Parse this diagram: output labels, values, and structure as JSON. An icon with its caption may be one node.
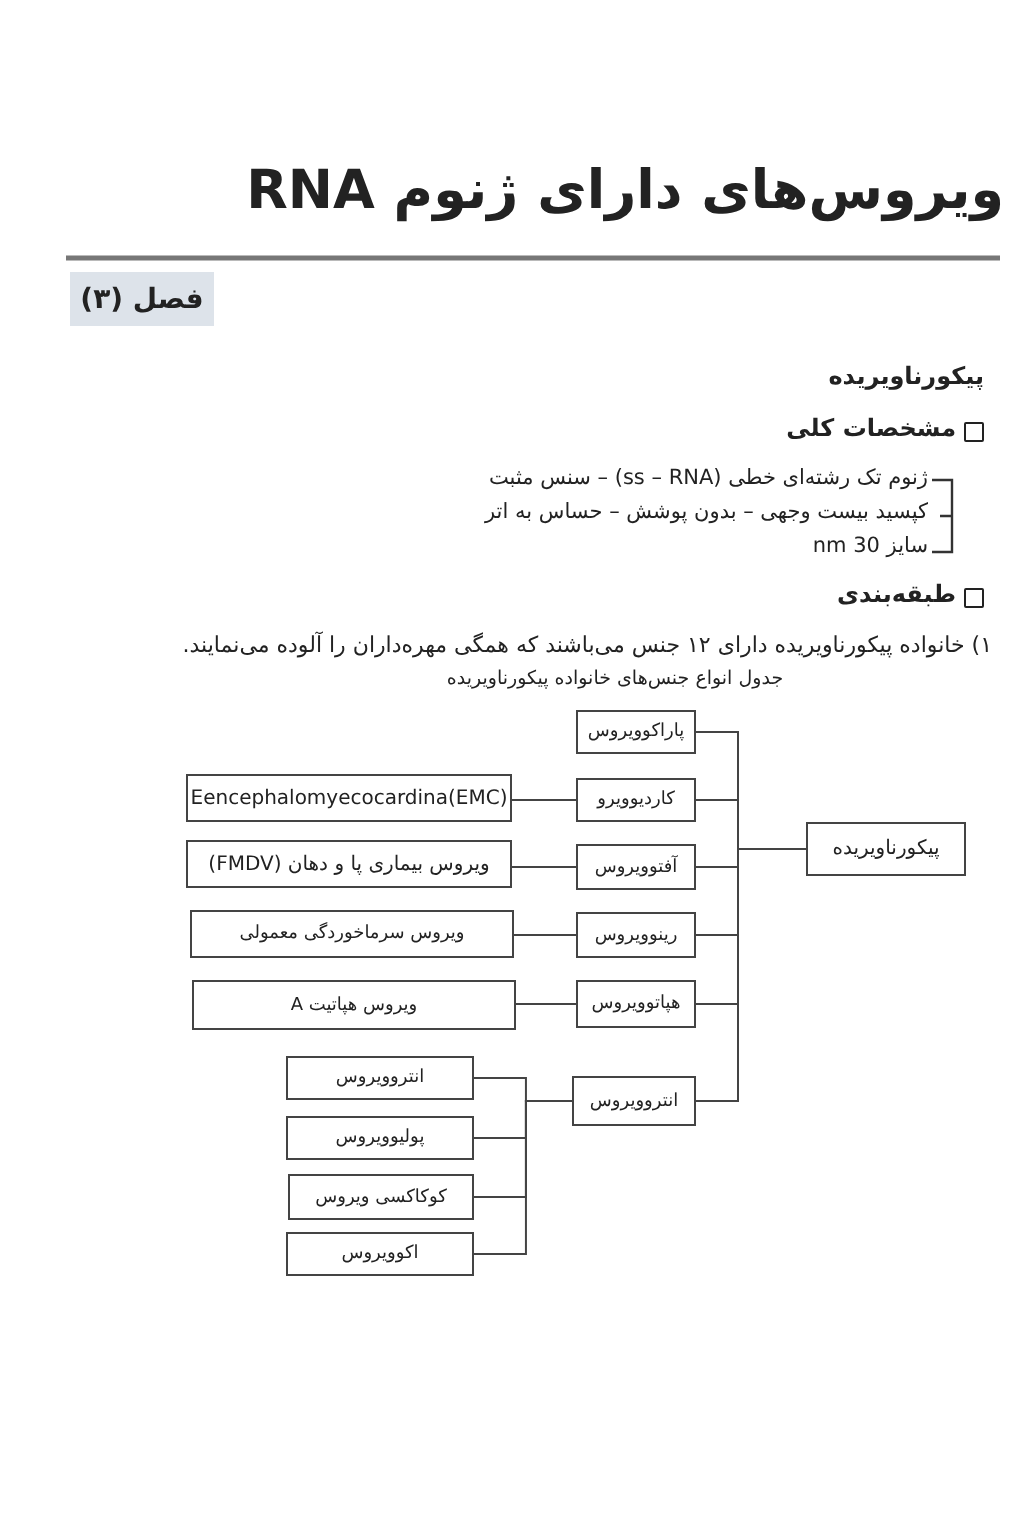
{
  "diagram": {
    "title": "ویروس‌های دارای ژنوم RNA",
    "caption": "جدول انواع جنس‌های خانواده پیکورناویریده",
    "nodes": [
      {
        "text": [
          "پیکورناویریده"
        ]
      },
      {
        "text": [
          "پاراکوویروس"
        ]
      },
      {
        "text": [
          "کاردیوویرو"
        ]
      },
      {
        "text": [
          "آفتوویروس"
        ]
      },
      {
        "text": [
          "رینوویروس"
        ]
      },
      {
        "text": [
          "هپاتوویروس"
        ]
      },
      {
        "text": [
          "انتروویروس"
        ]
      },
      {
        "text": [
          "Eencephalomyecocardina(EMC)"
        ]
      },
      {
        "text": [
          "ویروس بیماری پا و دهان (FMDV)"
        ]
      },
      {
        "text": [
          "ویروس سرماخوردگی معمولی"
        ]
      },
      {
        "text": [
          "ویروس هپاتیت A"
        ]
      },
      {
        "text": [
          "انتروویروس"
        ]
      },
      {
        "text": [
          "پولیوویروس"
        ]
      },
      {
        "text": [
          "کوکاکسی ویروس"
        ]
      },
      {
        "text": [
          "اکوویروس"
        ]
      }
    ],
    "edges": [
      {
        "from": 0,
        "to": 1,
        "arrow": "none"
      },
      {
        "from": 0,
        "to": 2,
        "arrow": "none"
      },
      {
        "from": 0,
        "to": 3,
        "arrow": "none"
      },
      {
        "from": 0,
        "to": 4,
        "arrow": "none"
      },
      {
        "from": 0,
        "to": 5,
        "arrow": "none"
      },
      {
        "from": 0,
        "to": 6,
        "arrow": "none"
      },
      {
        "from": 2,
        "to": 7,
        "arrow": "none"
      },
      {
        "from": 3,
        "to": 8,
        "arrow": "none"
      },
      {
        "from": 4,
        "to": 9,
        "arrow": "none"
      },
      {
        "from": 5,
        "to": 10,
        "arrow": "none"
      },
      {
        "from": 6,
        "to": 11,
        "arrow": "none"
      },
      {
        "from": 6,
        "to": 12,
        "arrow": "none"
      },
      {
        "from": 6,
        "to": 13,
        "arrow": "none"
      },
      {
        "from": 6,
        "to": 14,
        "arrow": "none"
      }
    ],
    "labels": [
      "فصل (۳)",
      "پیکورناویریده",
      "مشخصات کلی",
      "ژنوم تک رشته‌ای خطی (ss – RNA) – سنس مثبت",
      "کپسید بیست وجهی – بدون پوشش – حساس به اتر",
      "سایز 30 nm",
      "طبقه‌بندی",
      "۱) خانواده پیکورناویریده دارای ۱۲ جنس می‌باشند که همگی مهره‌داران را آلوده می‌نمایند."
    ]
  }
}
